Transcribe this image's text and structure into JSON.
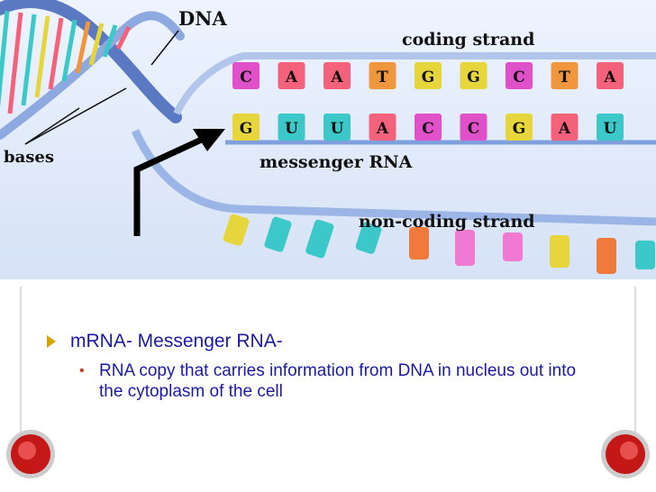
{
  "diagram": {
    "labels": {
      "dna": "DNA",
      "bases": "bases",
      "coding_strand": "coding strand",
      "messenger_rna": "messenger RNA",
      "non_coding_strand": "non-coding strand"
    },
    "coding_strand_bases": [
      "C",
      "A",
      "A",
      "T",
      "G",
      "G",
      "C",
      "T",
      "A"
    ],
    "messenger_rna_bases": [
      "G",
      "U",
      "U",
      "A",
      "C",
      "C",
      "G",
      "A",
      "U"
    ],
    "base_colors": {
      "A": "#f4617a",
      "C": "#e050c8",
      "G": "#e6d63c",
      "T": "#f0963c",
      "U": "#3cc8c8"
    },
    "non_coding_colors": [
      "#e6d63c",
      "#3cc8c8",
      "#3cc8c8",
      "#3cc8c8",
      "#f07a3c",
      "#f07ad2",
      "#f07ad2",
      "#e6d63c",
      "#f07a3c",
      "#3cc8c8"
    ]
  },
  "slide": {
    "bullet1": "mRNA- Messenger RNA-",
    "bullet2": "RNA copy that carries information from DNA in nucleus out into the cytoplasm of the cell"
  }
}
